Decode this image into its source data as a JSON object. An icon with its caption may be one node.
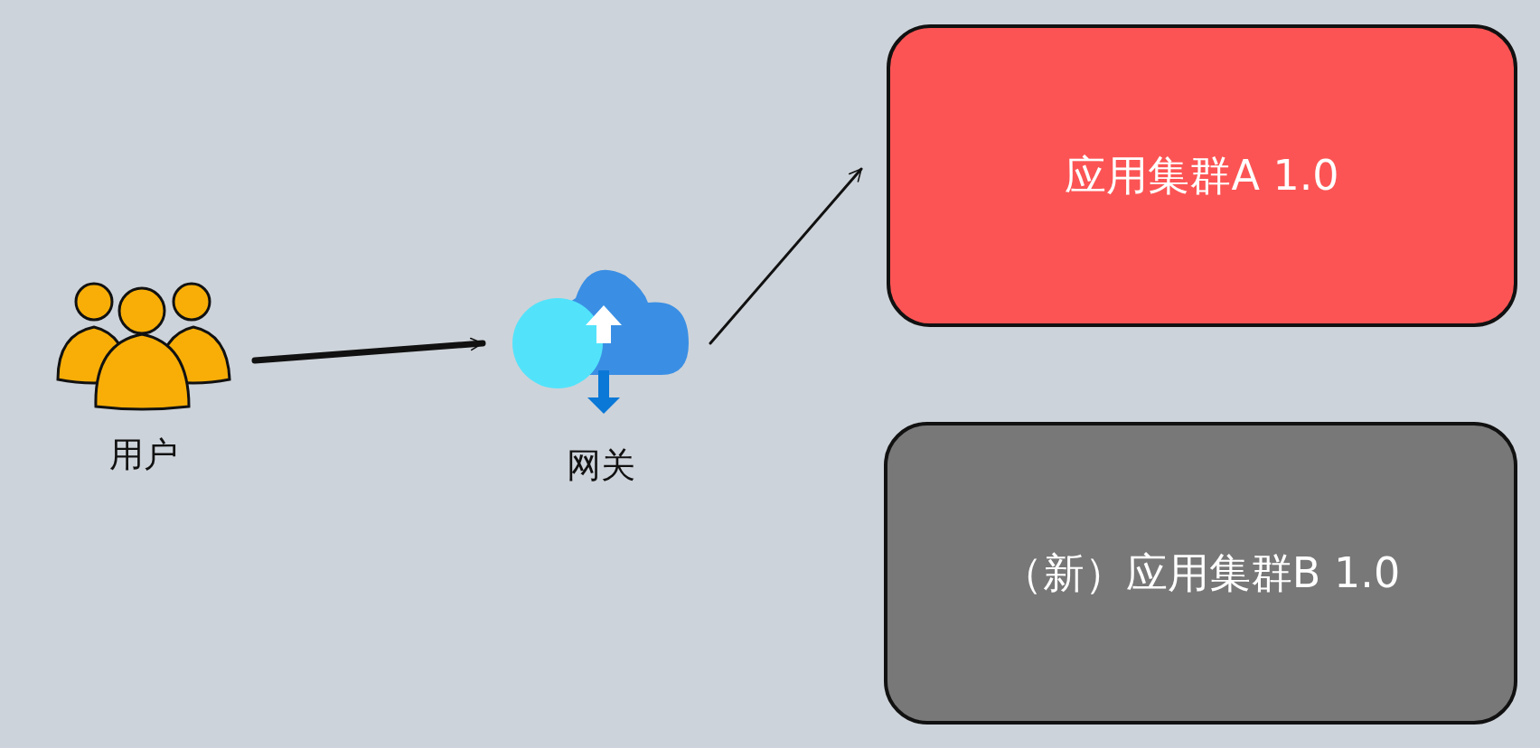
{
  "diagram": {
    "nodes": [
      {
        "text": [
          "用户"
        ]
      },
      {
        "text": [
          "网关"
        ]
      },
      {
        "text": [
          "应用集群A 1.0"
        ]
      },
      {
        "text": [
          "（新）应用集群B 1.0"
        ]
      }
    ],
    "edges": [
      {
        "from": 0,
        "to": 1,
        "arrow": "to",
        "style": "thick"
      },
      {
        "from": 1,
        "to": 2,
        "arrow": "to"
      }
    ]
  }
}
